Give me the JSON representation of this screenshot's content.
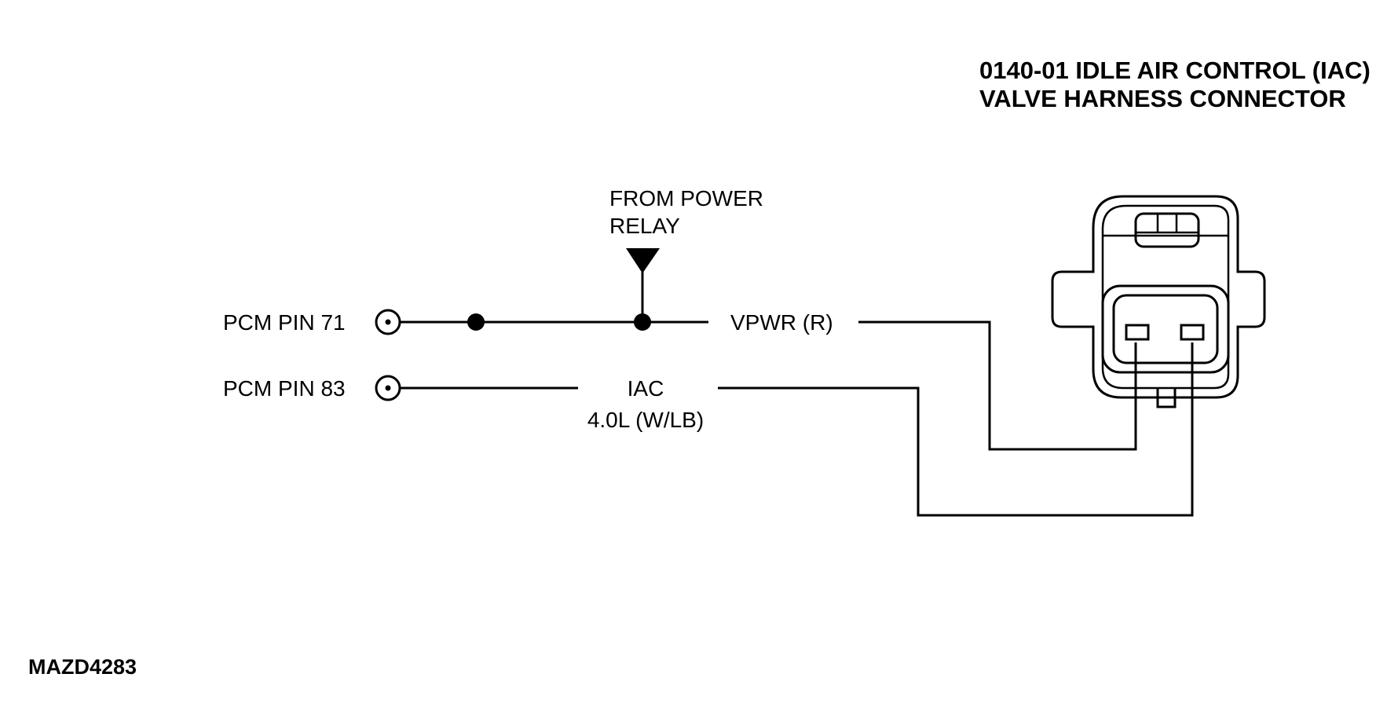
{
  "title": {
    "line1": "0140-01 IDLE AIR CONTROL (IAC)",
    "line2": "VALVE HARNESS CONNECTOR"
  },
  "power_source": {
    "line1": "FROM POWER",
    "line2": "RELAY"
  },
  "pins": {
    "pin71": "PCM PIN 71",
    "pin83": "PCM PIN 83"
  },
  "wires": {
    "vpwr": "VPWR (R)",
    "iac_line1": "IAC",
    "iac_line2": "4.0L (W/LB)"
  },
  "figure_id": "MAZD4283"
}
